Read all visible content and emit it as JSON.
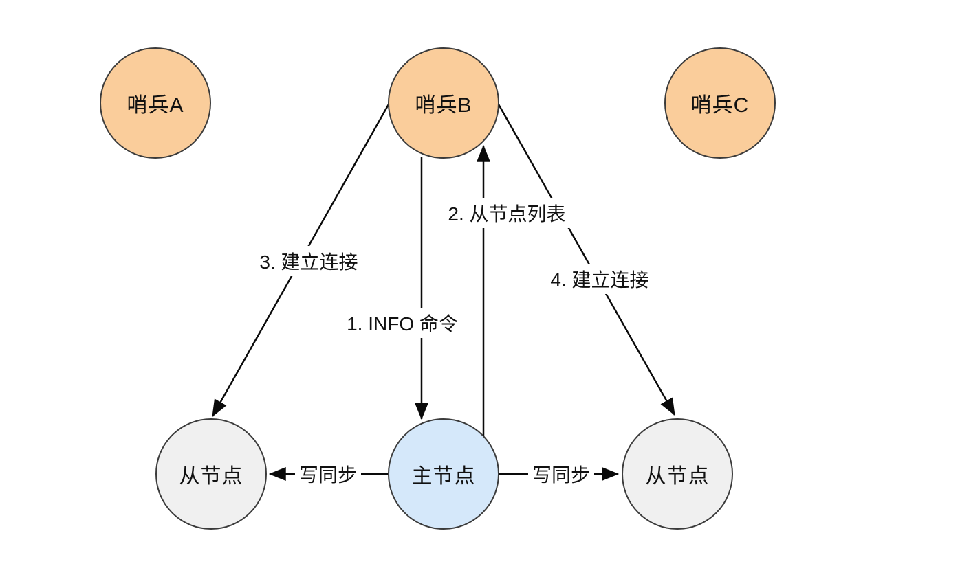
{
  "diagram": {
    "title": "redis-sentinel-topology",
    "nodes": {
      "sentinel_a": {
        "label": "哨兵A",
        "fill": "#FACD9B"
      },
      "sentinel_b": {
        "label": "哨兵B",
        "fill": "#FACD9B"
      },
      "sentinel_c": {
        "label": "哨兵C",
        "fill": "#FACD9B"
      },
      "slave_left": {
        "label": "从节点",
        "fill": "#F0F0F0"
      },
      "master": {
        "label": "主节点",
        "fill": "#D5E8FA"
      },
      "slave_right": {
        "label": "从节点",
        "fill": "#F0F0F0"
      }
    },
    "edges": {
      "info_command": {
        "label": "1. INFO 命令",
        "from": "sentinel_b",
        "to": "master"
      },
      "slave_list": {
        "label": "2. 从节点列表",
        "from": "master",
        "to": "sentinel_b"
      },
      "connect_left": {
        "label": "3. 建立连接",
        "from": "sentinel_b",
        "to": "slave_left"
      },
      "connect_right": {
        "label": "4. 建立连接",
        "from": "sentinel_b",
        "to": "slave_right"
      },
      "write_sync_left": {
        "label": "写同步",
        "from": "master",
        "to": "slave_left"
      },
      "write_sync_right": {
        "label": "写同步",
        "from": "master",
        "to": "slave_right"
      }
    },
    "colors": {
      "sentinel_fill": "#FACD9B",
      "master_fill": "#D5E8FA",
      "slave_fill": "#F0F0F0",
      "node_stroke": "#3B3B3B",
      "line": "#0A0A0A",
      "text": "#111111",
      "background": "#FFFFFF"
    }
  }
}
